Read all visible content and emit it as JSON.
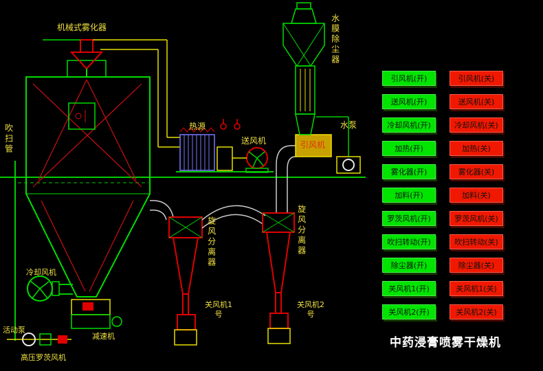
{
  "title": "中药浸膏喷雾干燥机",
  "diagram": {
    "labels": {
      "atomizer": "机械式雾化器",
      "purge_pipe": "吹扫管",
      "heat_source": "热源",
      "supply_fan": "送风机",
      "water_film_dust_collector": "水膜除尘器",
      "induced_draft_fan": "引风机",
      "water_pump": "水泵",
      "cyclone_separator_1": "旋风分离器",
      "cyclone_separator_2": "旋风分离器",
      "cooling_fan": "冷却风机",
      "rotary_valve_1": "关风机1号",
      "rotary_valve_2": "关风机2号",
      "gear_reducer": "减速机",
      "mobile_pump": "活动泵",
      "hp_roots_blower": "高压罗茨风机"
    }
  },
  "controls": {
    "rows": [
      {
        "name": "induced-draft-fan",
        "on": "引风机(开)",
        "off": "引风机(关)"
      },
      {
        "name": "supply-fan",
        "on": "送风机(开)",
        "off": "送风机(关)"
      },
      {
        "name": "cooling-fan",
        "on": "冷却风机(开)",
        "off": "冷却风机(关)"
      },
      {
        "name": "heating",
        "on": "加热(开)",
        "off": "加热(关)"
      },
      {
        "name": "atomizer",
        "on": "雾化器(开)",
        "off": "雾化器(关)"
      },
      {
        "name": "feeding",
        "on": "加料(开)",
        "off": "加料(关)"
      },
      {
        "name": "roots-blower",
        "on": "罗茨风机(开)",
        "off": "罗茨风机(关)"
      },
      {
        "name": "purge-rotation",
        "on": "吹扫转动(开)",
        "off": "吹扫转动(关)"
      },
      {
        "name": "dust-collector",
        "on": "除尘器(开)",
        "off": "除尘器(关)"
      },
      {
        "name": "rotary-valve-1",
        "on": "关风机1(开)",
        "off": "关风机1(关)"
      },
      {
        "name": "rotary-valve-2",
        "on": "关风机2(开)",
        "off": "关风机2(关)"
      }
    ]
  },
  "colors": {
    "on_button": "#00e400",
    "off_button": "#f01800",
    "pipe_green": "#00cc00",
    "equipment_red": "#e00000",
    "label_yellow": "#f0e040"
  }
}
